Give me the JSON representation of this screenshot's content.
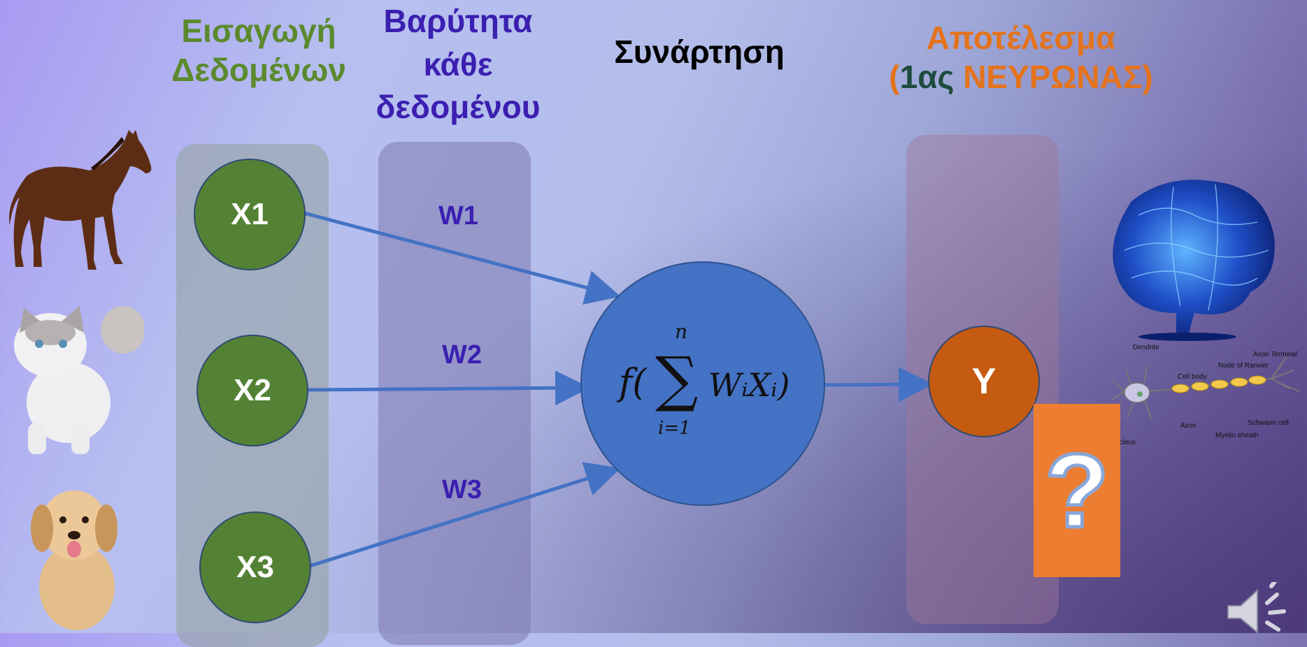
{
  "headings": {
    "input": [
      "Εισαγωγή",
      "Δεδομένων"
    ],
    "weight": [
      "Βαρύτητα",
      "κάθε",
      "δεδομένου"
    ],
    "function": "Συνάρτηση",
    "result_line1": "Αποτέλεσμα",
    "result_open": "(",
    "result_number": "1ας",
    "result_word": "ΝΕΥΡΩΝΑΣ)"
  },
  "inputs": [
    "X1",
    "X2",
    "X3"
  ],
  "weights": [
    "W1",
    "W2",
    "W3"
  ],
  "formula": {
    "f": "f(",
    "upper": "n",
    "lower": "i=1",
    "body": "WᵢXᵢ)"
  },
  "output": "Y",
  "question": "?",
  "neuron_labels": {
    "dendrite": "Dendrite",
    "cell_body": "Cell body",
    "node_of_ranvier": "Node of Ranvier",
    "axon_terminal": "Axon Terminal",
    "axon": "Axon",
    "schwann_cell": "Schwann cell",
    "myelin_sheath": "Myelin sheath",
    "nucleus": "Nucleus"
  },
  "colors": {
    "input_node": "#548235",
    "weight_text": "#3b1fb0",
    "function_node": "#4472c4",
    "output_node": "#c55a11",
    "question_box": "#ed7d31",
    "arrow": "#4472c4"
  },
  "icons": [
    "horse-image",
    "cat-image",
    "puppy-image",
    "brain-image",
    "neuron-diagram",
    "speaker-icon"
  ]
}
